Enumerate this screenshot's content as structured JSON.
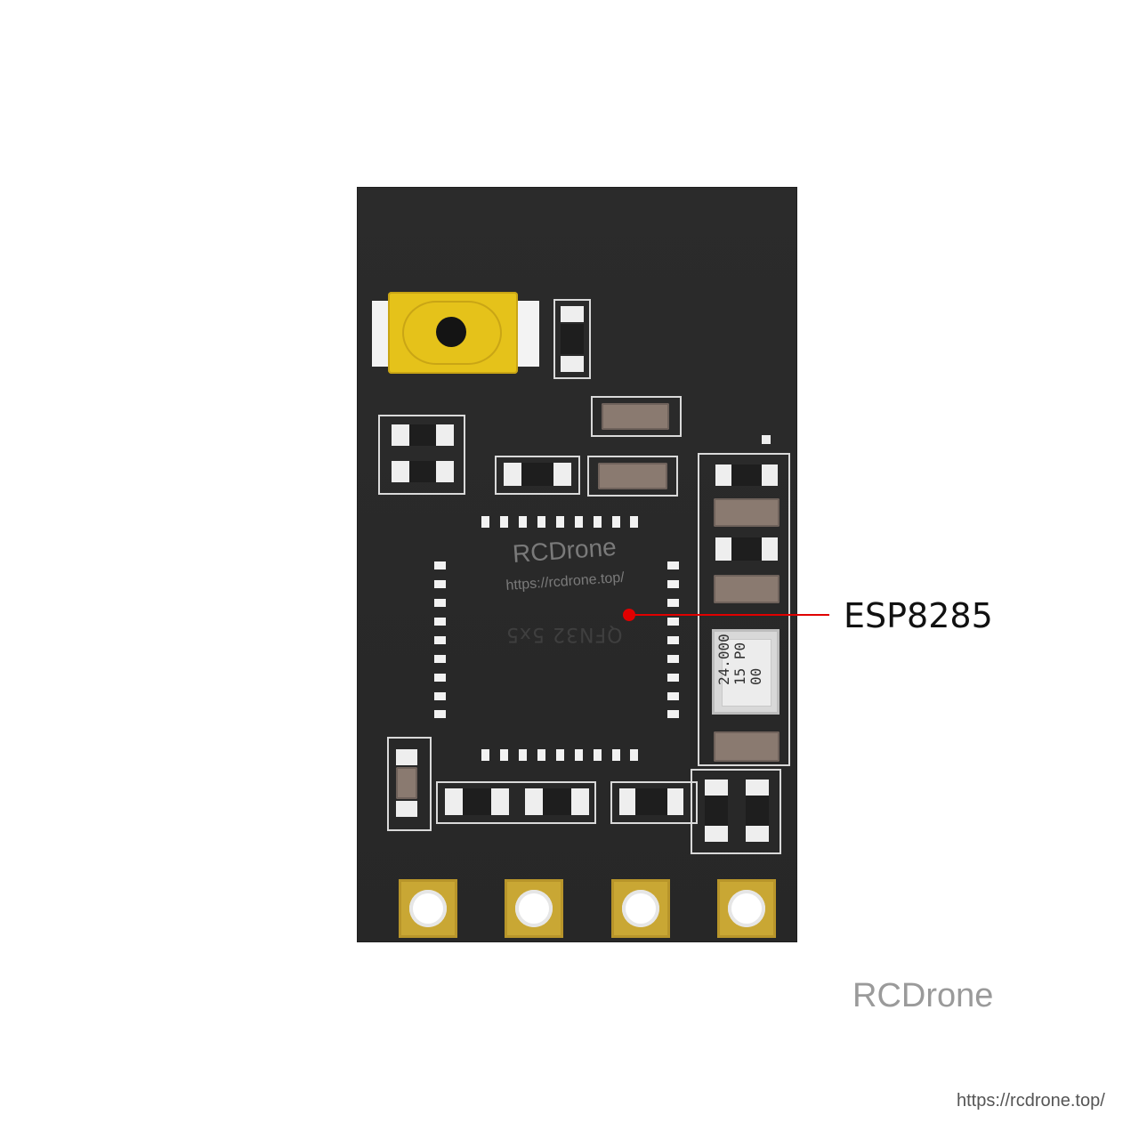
{
  "callout": {
    "label": "ESP8285"
  },
  "chip": {
    "marking": "QFN32 5x5"
  },
  "crystal": {
    "line1": "24.000",
    "line2": "15 P0",
    "line3": "00"
  },
  "board_watermark": {
    "title": "RCDrone",
    "url": "https://rcdrone.top/"
  },
  "watermark": {
    "title": "RCDrone",
    "url": "https://rcdrone.top/"
  },
  "colors": {
    "board": "#2b2b2b",
    "silkscreen": "#d9d9d9",
    "gold_pad": "#c9a734",
    "button": "#e5c21a",
    "callout": "#e00000"
  }
}
